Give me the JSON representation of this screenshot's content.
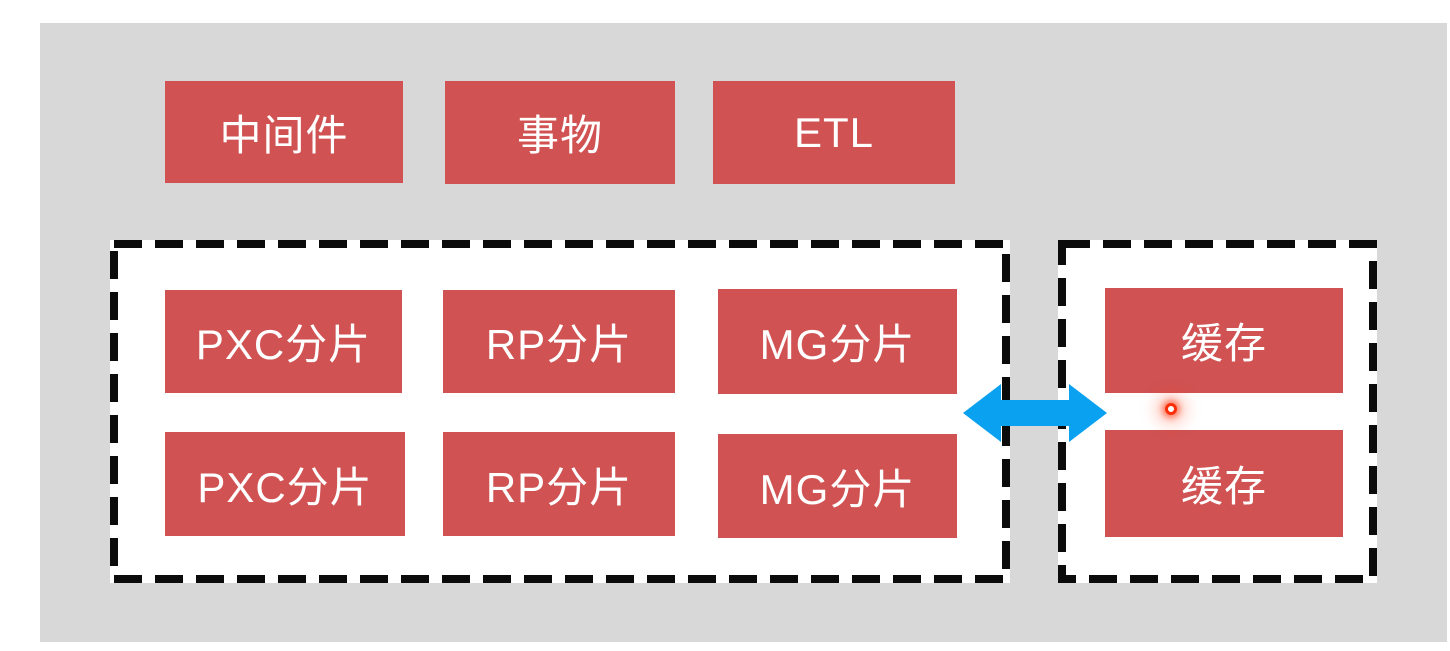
{
  "diagram": {
    "top_row": [
      {
        "id": "middleware",
        "label": "中间件"
      },
      {
        "id": "transaction",
        "label": "事物"
      },
      {
        "id": "etl",
        "label": "ETL"
      }
    ],
    "shard_cluster": {
      "rows": [
        [
          {
            "label": "PXC分片"
          },
          {
            "label": "RP分片"
          },
          {
            "label": "MG分片"
          }
        ],
        [
          {
            "label": "PXC分片"
          },
          {
            "label": "RP分片"
          },
          {
            "label": "MG分片"
          }
        ]
      ]
    },
    "cache_cluster": {
      "boxes": [
        {
          "label": "缓存"
        },
        {
          "label": "缓存"
        }
      ]
    },
    "connector": {
      "icon": "double-arrow-icon",
      "direction": "horizontal-bidirectional"
    },
    "click_indicator": {
      "shape": "red-ring-with-glow"
    }
  },
  "colors": {
    "page_background": "#ffffff",
    "panel_gray": "#d8d8d8",
    "node_red": "#d05252",
    "node_text": "#ffffff",
    "container_fill": "#ffffff",
    "dash_border": "#0b0b0b",
    "arrow_blue": "#0aa1f0",
    "indicator_red": "#fa2f08"
  }
}
